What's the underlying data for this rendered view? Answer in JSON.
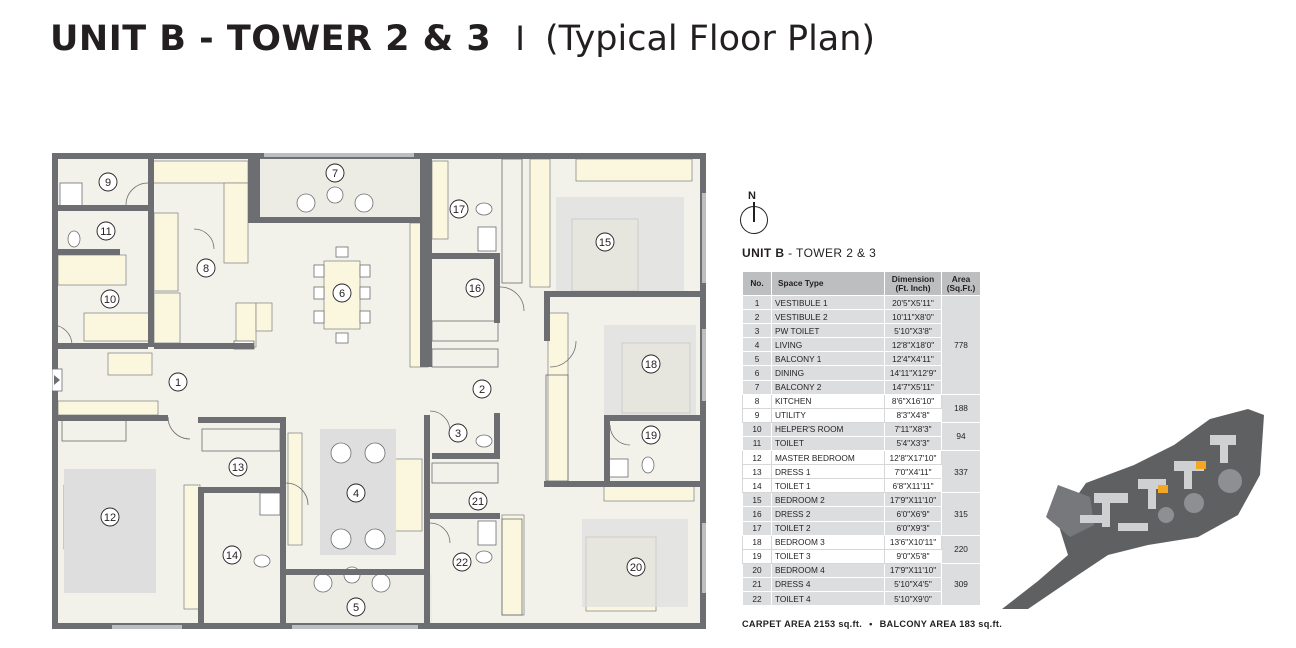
{
  "title": {
    "main": "UNIT B - TOWER 2 & 3",
    "separator": "I",
    "sub": "(Typical Floor Plan)"
  },
  "compass": {
    "label": "N"
  },
  "unit_heading": {
    "bold": "UNIT B",
    "rest": " - TOWER 2 & 3"
  },
  "table": {
    "headers": {
      "no": "No.",
      "space": "Space Type",
      "dimension": "Dimension (Ft. Inch)",
      "area": "Area (Sq.Ft.)"
    },
    "rows": [
      {
        "no": "1",
        "space": "VESTIBULE 1",
        "dim": "20'5\"X5'11\""
      },
      {
        "no": "2",
        "space": "VESTIBULE 2",
        "dim": "10'11\"X8'0\""
      },
      {
        "no": "3",
        "space": "PW TOILET",
        "dim": "5'10\"X3'8\""
      },
      {
        "no": "4",
        "space": "LIVING",
        "dim": "12'8\"X18'0\""
      },
      {
        "no": "5",
        "space": "BALCONY 1",
        "dim": "12'4\"X4'11\""
      },
      {
        "no": "6",
        "space": "DINING",
        "dim": "14'11\"X12'9\""
      },
      {
        "no": "7",
        "space": "BALCONY 2",
        "dim": "14'7\"X5'11\""
      },
      {
        "no": "8",
        "space": "KITCHEN",
        "dim": "8'6\"X16'10\""
      },
      {
        "no": "9",
        "space": "UTILITY",
        "dim": "8'3\"X4'8\""
      },
      {
        "no": "10",
        "space": "HELPER'S ROOM",
        "dim": "7'11\"X8'3\""
      },
      {
        "no": "11",
        "space": "TOILET",
        "dim": "5'4\"X3'3\""
      },
      {
        "no": "12",
        "space": "MASTER BEDROOM",
        "dim": "12'8\"X17'10\""
      },
      {
        "no": "13",
        "space": "DRESS 1",
        "dim": "7'0\"X4'11\""
      },
      {
        "no": "14",
        "space": "TOILET 1",
        "dim": "6'8\"X11'11\""
      },
      {
        "no": "15",
        "space": "BEDROOM 2",
        "dim": "17'9\"X11'10\""
      },
      {
        "no": "16",
        "space": "DRESS 2",
        "dim": "6'0\"X6'9\""
      },
      {
        "no": "17",
        "space": "TOILET 2",
        "dim": "6'0\"X9'3\""
      },
      {
        "no": "18",
        "space": "BEDROOM 3",
        "dim": "13'6\"X10'11\""
      },
      {
        "no": "19",
        "space": "TOILET 3",
        "dim": "9'0\"X5'8\""
      },
      {
        "no": "20",
        "space": "BEDROOM 4",
        "dim": "17'9\"X11'10\""
      },
      {
        "no": "21",
        "space": "DRESS 4",
        "dim": "5'10\"X4'5\""
      },
      {
        "no": "22",
        "space": "TOILET 4",
        "dim": "5'10\"X9'0\""
      }
    ],
    "area_groups": [
      {
        "value": "778",
        "span": 7
      },
      {
        "value": "188",
        "span": 2
      },
      {
        "value": "94",
        "span": 2
      },
      {
        "value": "337",
        "span": 3
      },
      {
        "value": "315",
        "span": 3
      },
      {
        "value": "220",
        "span": 2
      },
      {
        "value": "309",
        "span": 3
      }
    ]
  },
  "totals": {
    "carpet": "CARPET AREA 2153 sq.ft.",
    "dot": "•",
    "balcony": "BALCONY AREA 183 sq.ft."
  },
  "plan": {
    "room_labels": [
      {
        "id": "1"
      },
      {
        "id": "2"
      },
      {
        "id": "3"
      },
      {
        "id": "4"
      },
      {
        "id": "5"
      },
      {
        "id": "6"
      },
      {
        "id": "7"
      },
      {
        "id": "8"
      },
      {
        "id": "9"
      },
      {
        "id": "10"
      },
      {
        "id": "11"
      },
      {
        "id": "12"
      },
      {
        "id": "13"
      },
      {
        "id": "14"
      },
      {
        "id": "15"
      },
      {
        "id": "16"
      },
      {
        "id": "17"
      },
      {
        "id": "18"
      },
      {
        "id": "19"
      },
      {
        "id": "20"
      },
      {
        "id": "21"
      },
      {
        "id": "22"
      }
    ]
  },
  "colors": {
    "wall": "#6d6e71",
    "floor": "#f2f1ea",
    "furniture": "#fbf7de",
    "rug": "#dedede",
    "highlight": "#f5a623"
  }
}
